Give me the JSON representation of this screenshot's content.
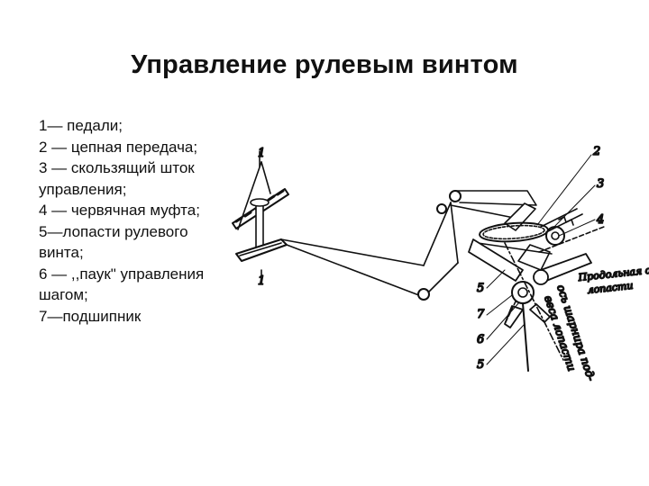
{
  "slide": {
    "title": "Управление рулевым винтом",
    "legend": [
      "1— педали;",
      "2 — цепная передача;",
      "3 — скользящий шток",
      "управления;",
      "4 — червячная муфта;",
      "5—лопасти рулевого",
      "винта;",
      "6 — ,,паук\" управления",
      "шагом;",
      "7—подшипник"
    ]
  },
  "diagram": {
    "numbers": {
      "n1_top": "1",
      "n1_bottom": "1",
      "n2": "2",
      "n3": "3",
      "n4": "4",
      "n5_upper": "5",
      "n7": "7",
      "n6": "6",
      "n5_lower": "5"
    },
    "labels": {
      "longitudinal_axis_line1": "Продольная ось",
      "longitudinal_axis_line2": "лопасти",
      "hinge_axis": "ось шарнира под-",
      "hinge_axis2": "веса лопасти"
    }
  }
}
